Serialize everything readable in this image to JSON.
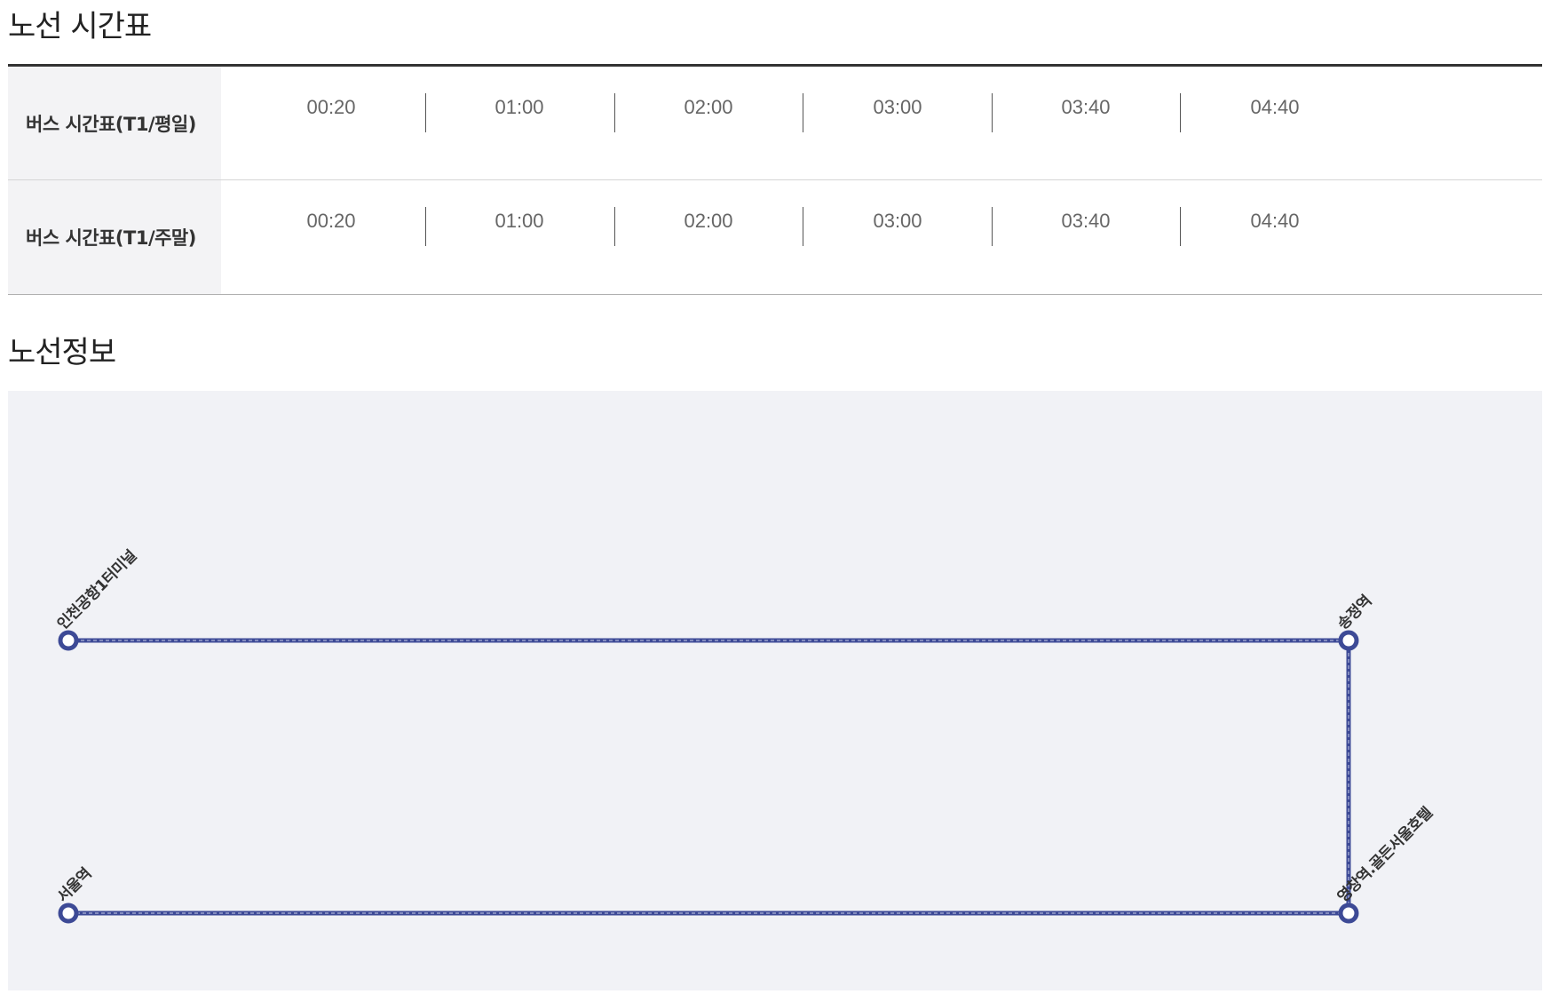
{
  "sections": {
    "timetable_title": "노선 시간표",
    "route_info_title": "노선정보"
  },
  "timetable": {
    "rows": [
      {
        "label": "버스 시간표(T1/평일)",
        "times": [
          "00:20",
          "01:00",
          "02:00",
          "03:00",
          "03:40",
          "04:40"
        ]
      },
      {
        "label": "버스 시간표(T1/주말)",
        "times": [
          "00:20",
          "01:00",
          "02:00",
          "03:00",
          "03:40",
          "04:40"
        ]
      }
    ]
  },
  "route": {
    "line_color": "#3d4a96",
    "background_color": "#f1f2f6",
    "stops": [
      {
        "name": "인천공항1터미널"
      },
      {
        "name": "송정역"
      },
      {
        "name": "영창역.골든서울호텔"
      },
      {
        "name": "서울역"
      }
    ]
  }
}
